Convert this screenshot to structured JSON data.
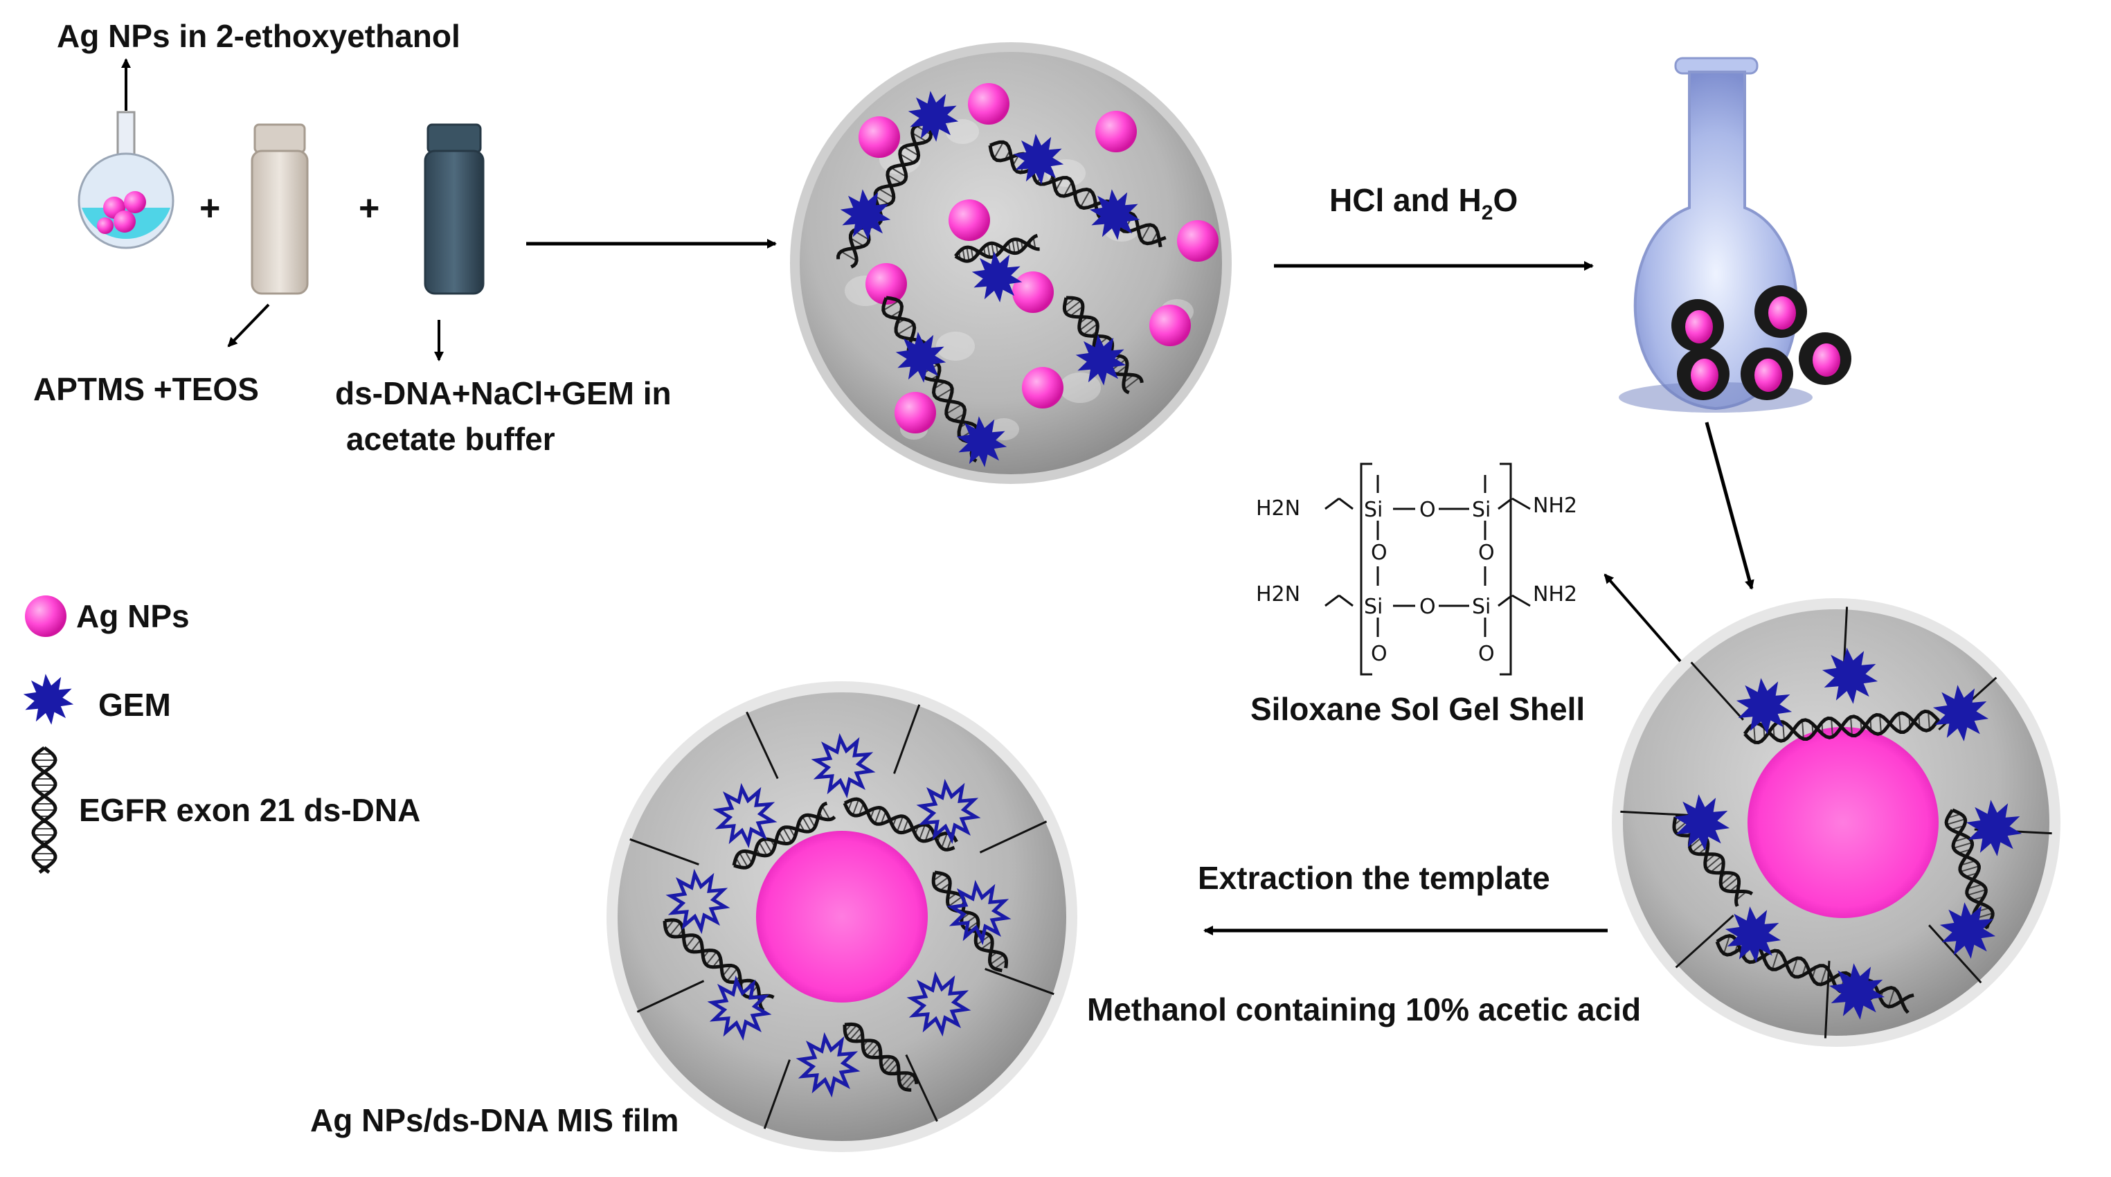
{
  "labels": {
    "ag_nps_solvent": "Ag NPs in 2-ethoxyethanol",
    "plus": "+",
    "aptms_teos": "APTMS +TEOS",
    "dna_mix_line1": "ds-DNA+NaCl+GEM in",
    "dna_mix_line2": "acetate buffer",
    "hcl_prefix": "HCl and H",
    "hcl_sub": "2",
    "hcl_suffix": "O",
    "siloxane": "Siloxane Sol Gel Shell",
    "extraction": "Extraction the template",
    "methanol": "Methanol containing 10% acetic acid",
    "mis_film": "Ag NPs/ds-DNA MIS film"
  },
  "legend": [
    {
      "label": "Ag NPs",
      "icon": "pink-sphere-icon"
    },
    {
      "label": "GEM",
      "icon": "blue-star-icon"
    },
    {
      "label": "EGFR exon 21 ds-DNA",
      "icon": "dna-helix-icon"
    }
  ],
  "chemistry": {
    "h2n": "H2N",
    "nh2": "NH2",
    "si": "Si",
    "o": "O"
  },
  "colors": {
    "ag_pink": "#ff3fd2",
    "gem_blue": "#1a1aa8",
    "film_gray": "#b0b0b0",
    "dna_black": "#111111"
  }
}
